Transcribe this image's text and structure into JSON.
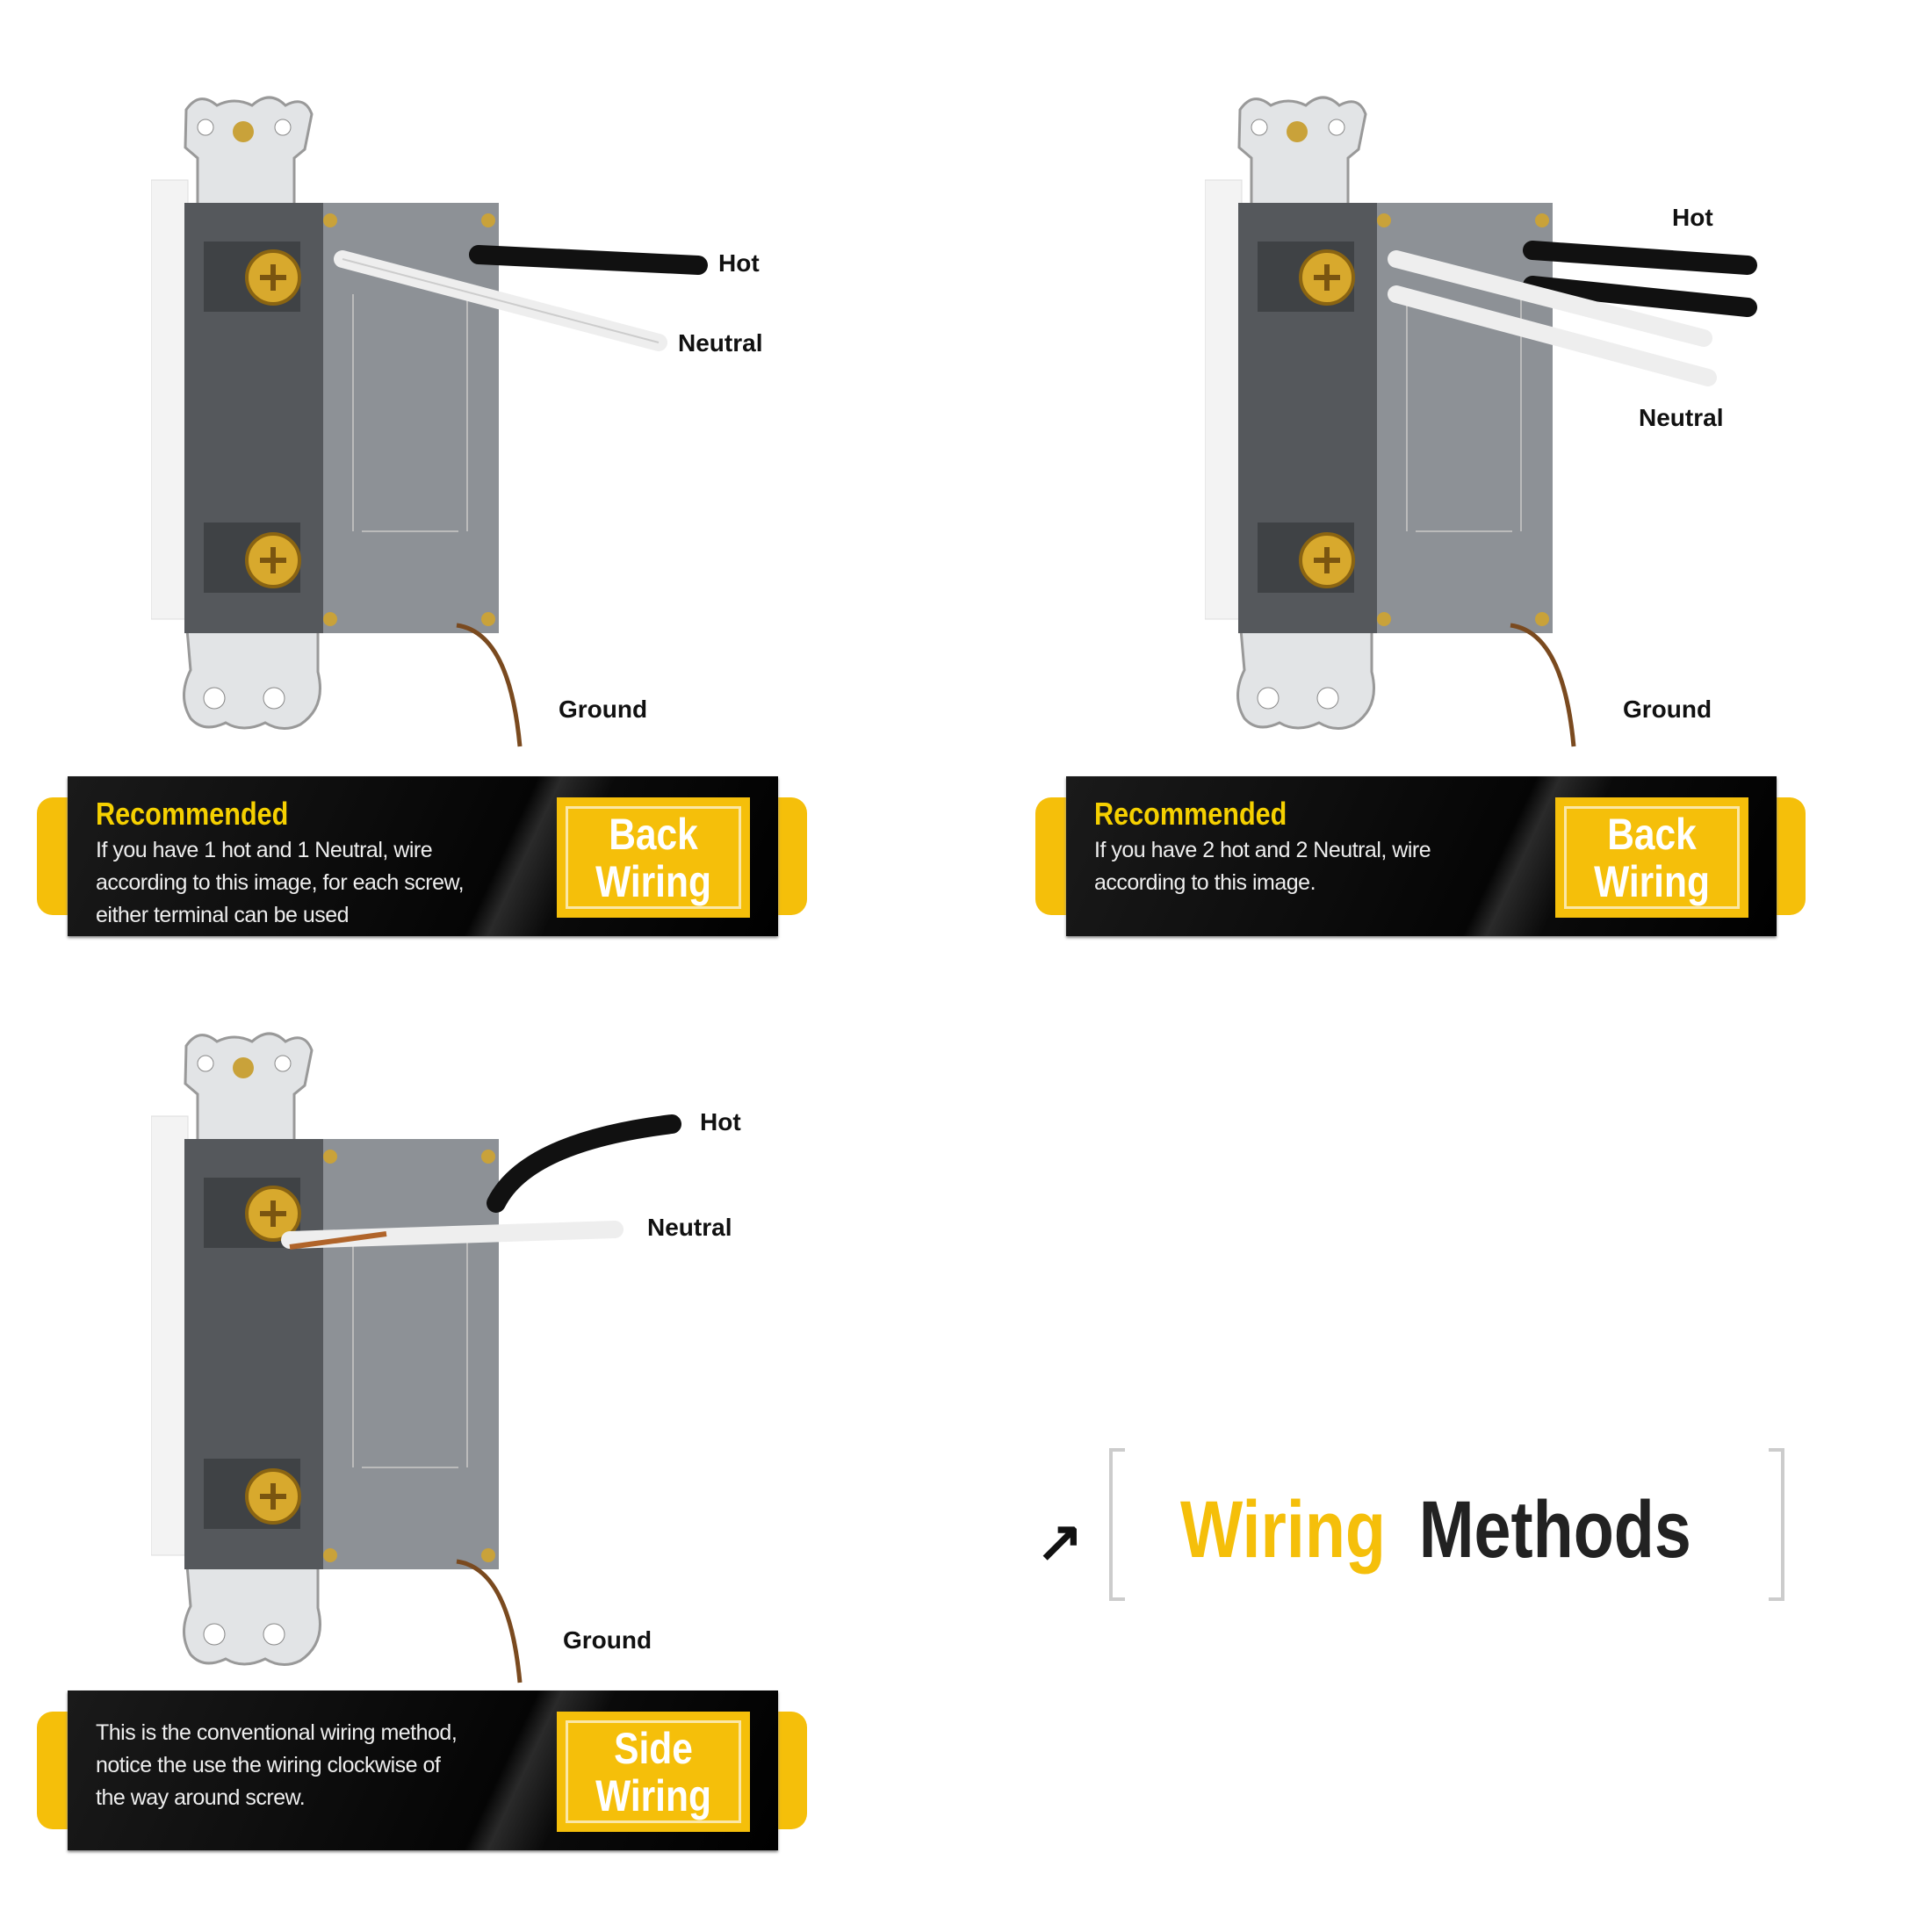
{
  "colors": {
    "accent": "#f5bf0a",
    "banner": "#000000",
    "device_gray": "#5f6265"
  },
  "panels": [
    {
      "wire_labels": {
        "hot": "Hot",
        "neutral": "Neutral",
        "ground": "Ground"
      },
      "heading": "Recommended",
      "lines": [
        "If you have 1 hot and 1 Neutral, wire",
        "according to this image, for each screw,",
        "either terminal can be used"
      ],
      "badge": [
        "Back",
        "Wiring"
      ]
    },
    {
      "wire_labels": {
        "hot": "Hot",
        "neutral": "Neutral",
        "ground": "Ground"
      },
      "heading": "Recommended",
      "lines": [
        "If you have 2 hot and 2 Neutral, wire",
        "according to this image."
      ],
      "badge": [
        "Back",
        "Wiring"
      ]
    },
    {
      "wire_labels": {
        "hot": "Hot",
        "neutral": "Neutral",
        "ground": "Ground"
      },
      "lines": [
        "This is the conventional wiring method,",
        "notice the use the wiring clockwise of",
        "the way around screw."
      ],
      "badge": [
        "Side",
        "Wiring"
      ]
    }
  ],
  "title": {
    "arrow_icon": "arrow-up-right-icon",
    "word1": "Wiring",
    "word2": "Methods"
  }
}
